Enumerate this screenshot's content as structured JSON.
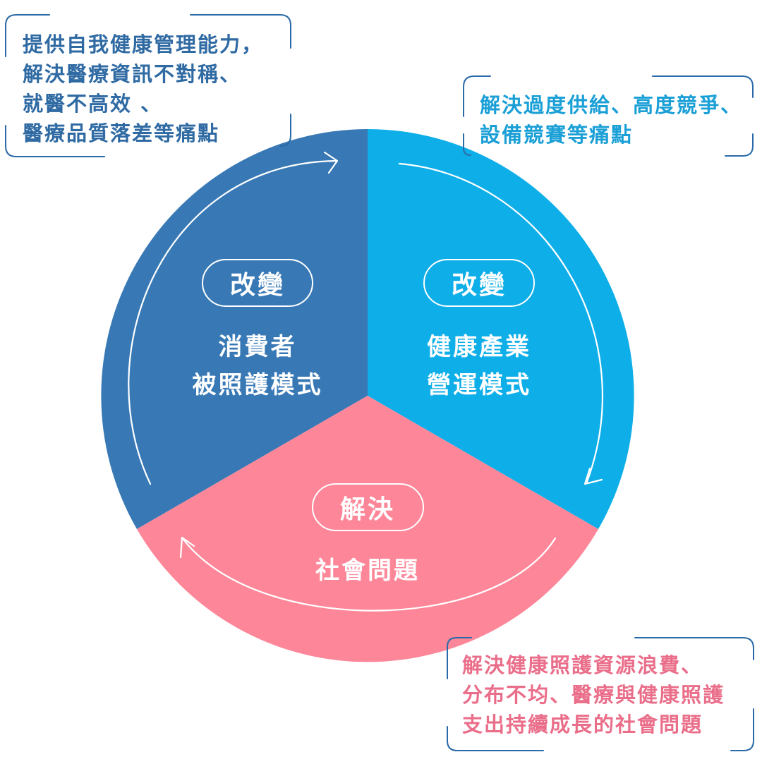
{
  "colors": {
    "consumer_segment": "#3879b5",
    "industry_segment": "#0eaee8",
    "society_segment": "#fd8799",
    "consumer_text": "#2f6aa3",
    "industry_text": "#1a9fd6",
    "society_text": "#ea6e8a",
    "bracket": "#2a6aa8"
  },
  "segments": {
    "consumer": {
      "pill": "改變",
      "line1": "消費者",
      "line2": "被照護模式"
    },
    "industry": {
      "pill": "改變",
      "line1": "健康產業",
      "line2": "營運模式"
    },
    "society": {
      "pill": "解決",
      "line1": "社會問題"
    }
  },
  "callouts": {
    "consumer": {
      "lines": [
        "提供自我健康管理能力，",
        "解決醫療資訊不對稱、",
        "就醫不高效 、",
        "醫療品質落差等痛點"
      ]
    },
    "industry": {
      "lines": [
        "解決過度供給、高度競爭、",
        "設備競賽等痛點"
      ]
    },
    "society": {
      "lines": [
        "解決健康照護資源浪費、",
        "分布不均、醫療與健康照護",
        "支出持續成長的社會問題"
      ]
    }
  }
}
